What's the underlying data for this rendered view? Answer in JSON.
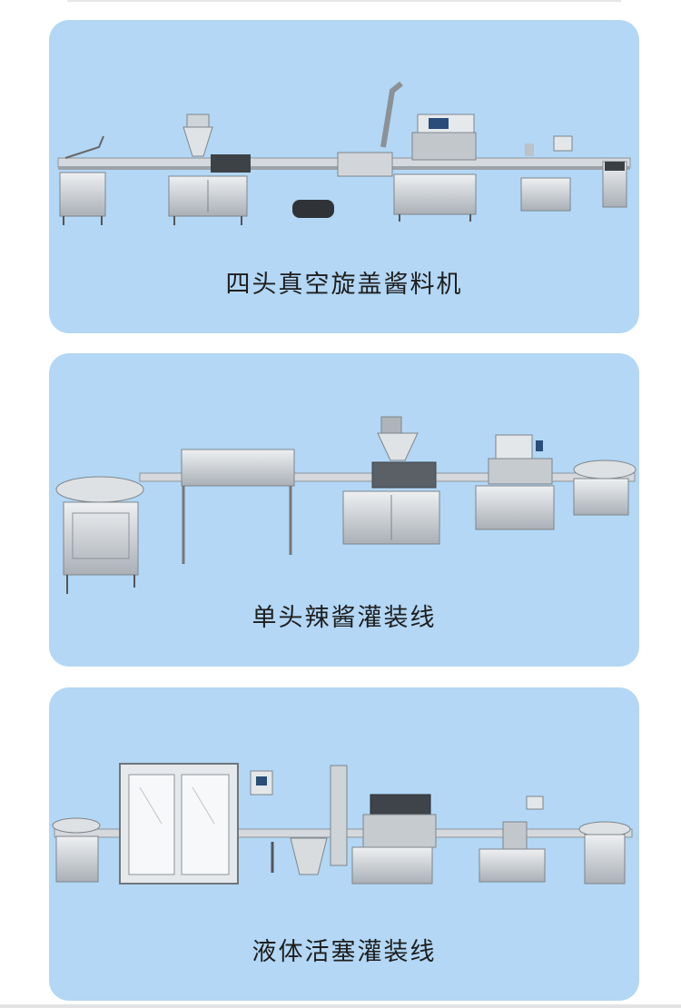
{
  "colors": {
    "card_background": "#b3d7f5",
    "caption_text": "#1e1e1e",
    "steel": "#c8ccd0"
  },
  "products": [
    {
      "caption": "四头真空旋盖酱料机",
      "image_icon": "production-line-image"
    },
    {
      "caption": "单头辣酱灌装线",
      "image_icon": "production-line-image"
    },
    {
      "caption": "液体活塞灌装线",
      "image_icon": "production-line-image"
    }
  ]
}
